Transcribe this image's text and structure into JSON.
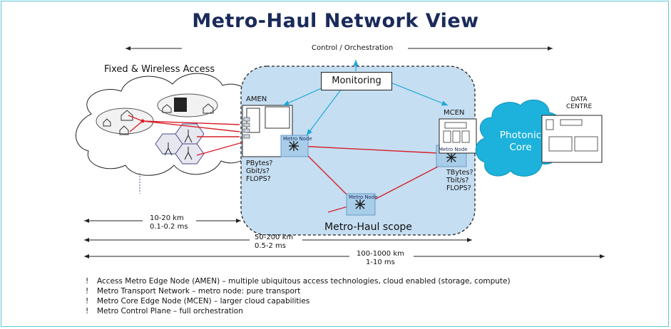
{
  "title": "Metro-Haul Network View",
  "control_label": "Control / Orchestration",
  "access_label": "Fixed & Wireless Access",
  "monitoring_label": "Monitoring",
  "amen_label": "AMEN",
  "mcen_label": "MCEN",
  "data_centre_label": [
    "DATA",
    "CENTRE"
  ],
  "photonic_core_label": [
    "Photonic",
    "Core"
  ],
  "metro_node_label": "Metro Node",
  "amen_capacity": [
    "PBytes?",
    "Gbit/s?",
    "FLOPS?"
  ],
  "mcen_capacity": [
    "TBytes?",
    "Tbit/s?",
    "FLOPS?"
  ],
  "metro_haul_scope_label": "Metro-Haul scope",
  "distances": [
    {
      "km": "10-20 km",
      "ms": "0.1-0.2 ms"
    },
    {
      "km": "50-200 km",
      "ms": "0.5-2 ms"
    },
    {
      "km": "100-1000 km",
      "ms": "1-10 ms"
    }
  ],
  "bullet_mark": "!",
  "bullets": [
    "Access Metro Edge Node (AMEN) – multiple ubiquitous access technologies, cloud enabled (storage, compute)",
    "Metro Transport Network – metro node: pure transport",
    "Metro Core Edge Node (MCEN) – larger cloud capabilities",
    "Metro Control Plane – full orchestration"
  ],
  "colors": {
    "title": "#1a2a5a",
    "scope_fill": "#c5def2",
    "photonic_fill": "#1cb2dc",
    "link_red": "#d8202a",
    "monitor_arrow": "#1ea9d6",
    "frame": "#5bc6d8"
  }
}
